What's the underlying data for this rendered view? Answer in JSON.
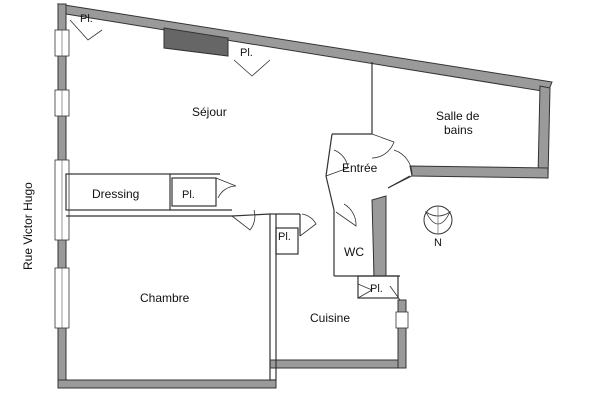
{
  "street": "Rue Victor Hugo",
  "rooms": {
    "sejour": "Séjour",
    "salle_de_bains_1": "Salle de",
    "salle_de_bains_2": "bains",
    "entree": "Entrée",
    "dressing": "Dressing",
    "chambre": "Chambre",
    "wc": "WC",
    "cuisine": "Cuisine"
  },
  "placards": {
    "pl1": "Pl.",
    "pl2": "Pl.",
    "pl3": "Pl.",
    "pl4": "Pl.",
    "pl5": "Pl."
  },
  "compass": {
    "north": "N"
  },
  "colors": {
    "wall": "#9a9a9a",
    "line": "#333333"
  }
}
